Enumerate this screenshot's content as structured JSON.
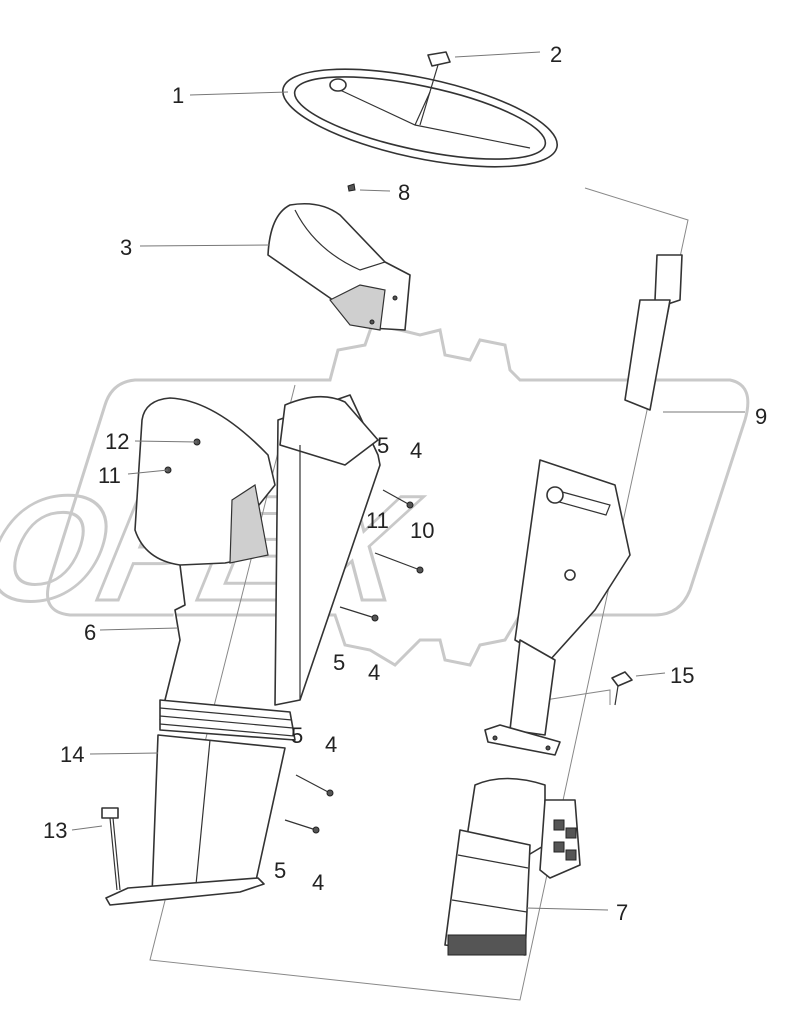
{
  "watermark": {
    "text": "OPEX"
  },
  "callouts": {
    "c1": "1",
    "c2": "2",
    "c3": "3",
    "c4a": "4",
    "c4b": "4",
    "c4c": "4",
    "c4d": "4",
    "c5a": "5",
    "c5b": "5",
    "c5c": "5",
    "c5d": "5",
    "c6": "6",
    "c7": "7",
    "c8": "8",
    "c9": "9",
    "c10": "10",
    "c11a": "11",
    "c11b": "11",
    "c12": "12",
    "c13": "13",
    "c14": "14",
    "c15": "15"
  }
}
